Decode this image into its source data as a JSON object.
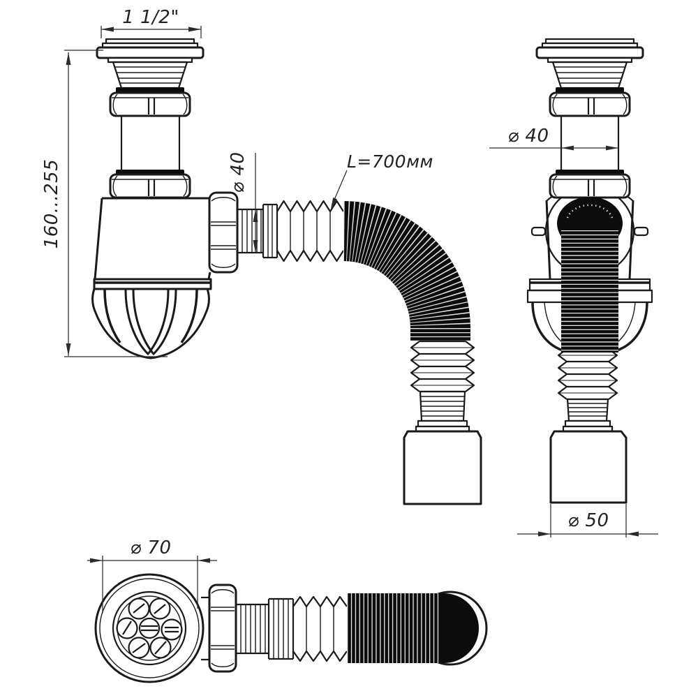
{
  "drawing": {
    "dimensions": {
      "flange_thread": "1 1/2\"",
      "height_range": "160...255",
      "outlet_diameter": "⌀ 40",
      "hose_length": "L=700мм",
      "inlet_pipe_diameter": "⌀ 40",
      "outlet_cup_diameter": "⌀ 50",
      "grate_diameter": "⌀ 70"
    },
    "colors": {
      "line": "#1a1a1a",
      "dimension_line": "#2b2b2b",
      "hose_fill": "#0c0c0c",
      "background": "#ffffff"
    }
  }
}
